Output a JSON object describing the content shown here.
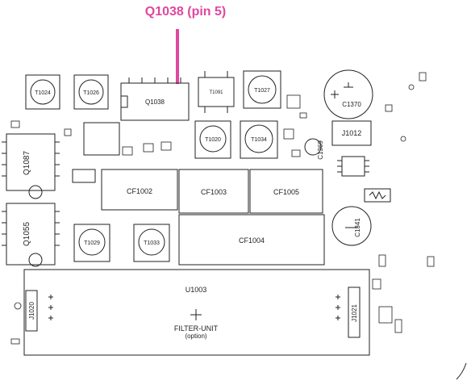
{
  "callout": {
    "text": "Q1038 (pin 5)",
    "color": "#e0479e"
  },
  "components": {
    "t1024": "T1024",
    "t1026": "T1026",
    "q1038": "Q1038",
    "t1091": "T1091",
    "t1027": "T1027",
    "c1370": "C1370",
    "t1020": "T1020",
    "t1034": "T1034",
    "j1012": "J1012",
    "c1369": "C1369",
    "q1087": "Q1087",
    "q1055": "Q1055",
    "cf1002": "CF1002",
    "cf1003": "CF1003",
    "cf1005": "CF1005",
    "c1341": "C1341",
    "cf1004": "CF1004",
    "t1029": "T1029",
    "t1033": "T1033",
    "u1003": "U1003",
    "filter_unit": "FILTER-UNIT",
    "filter_option": "(option)",
    "j1020": "J1020",
    "j1021": "J1021"
  },
  "colors": {
    "line": "#222222",
    "pcb_bg": "#ffffff"
  }
}
